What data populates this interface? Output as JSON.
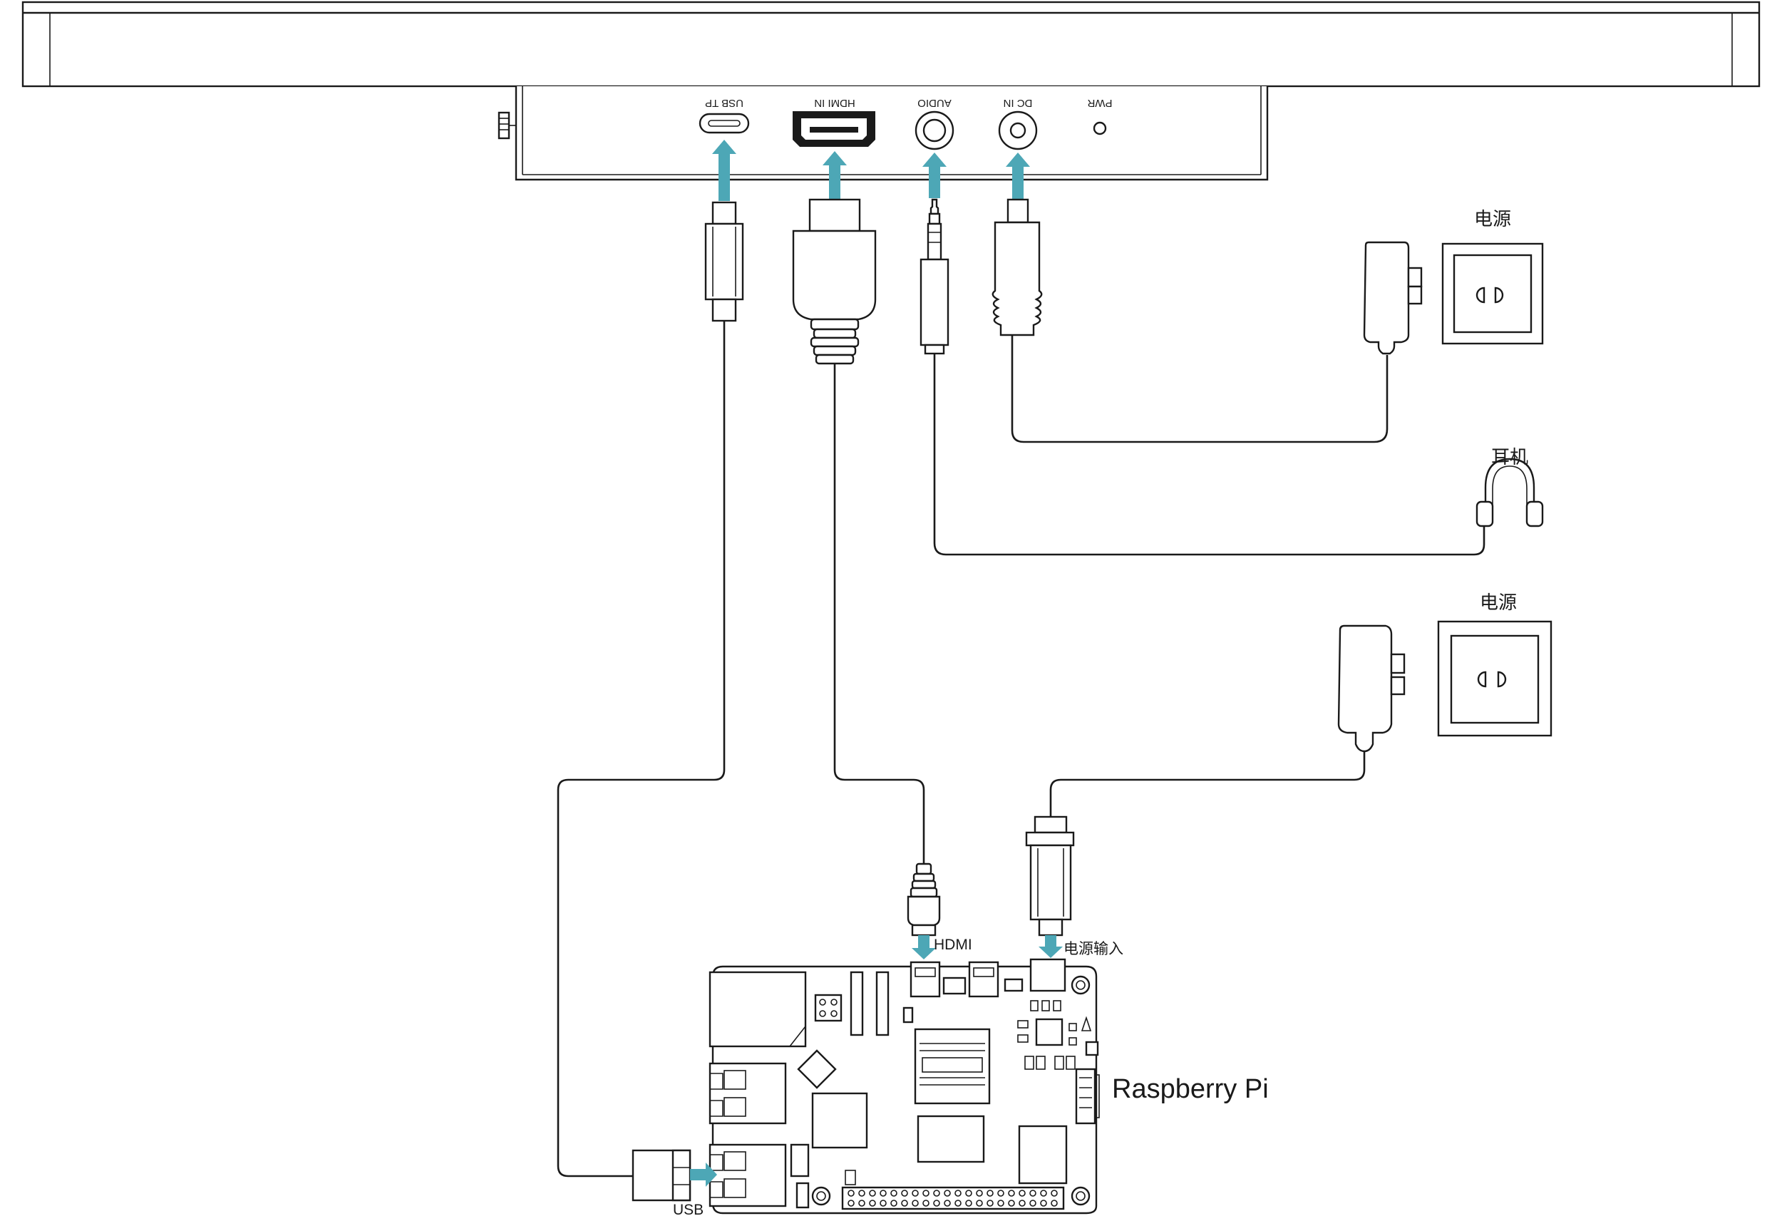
{
  "monitor": {
    "ports": {
      "usb_tp": "USB TP",
      "hdmi_in": "HDMI IN",
      "audio": "AUDIO",
      "dc_in": "DC IN",
      "pwr": "PWR"
    }
  },
  "labels": {
    "power_top": "电源",
    "headphone": "耳机",
    "power_bottom": "电源",
    "pi_hdmi": "HDMI",
    "pi_power_input": "电源输入",
    "pi_usb": "USB",
    "raspberry_pi": "Raspberry Pi"
  },
  "colors": {
    "arrow": "#4da7b6",
    "line": "#1a1a1a"
  }
}
